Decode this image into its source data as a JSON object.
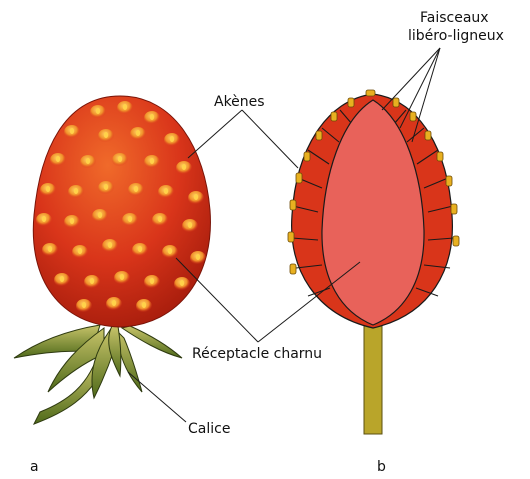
{
  "labels": {
    "akenes": "Akènes",
    "faisceaux_line1": "Faisceaux",
    "faisceaux_line2": "libéro-ligneux",
    "receptacle": "Réceptacle charnu",
    "calice": "Calice",
    "panel_a": "a",
    "panel_b": "b"
  },
  "colors": {
    "fruit_red": "#d9351a",
    "fruit_dark": "#b82410",
    "flesh_pink": "#e8625a",
    "stem_olive": "#b9a52a",
    "achene_yellow": "#e8b020",
    "sepal_green": "#6f8a2a",
    "line": "#1a1a1a"
  }
}
